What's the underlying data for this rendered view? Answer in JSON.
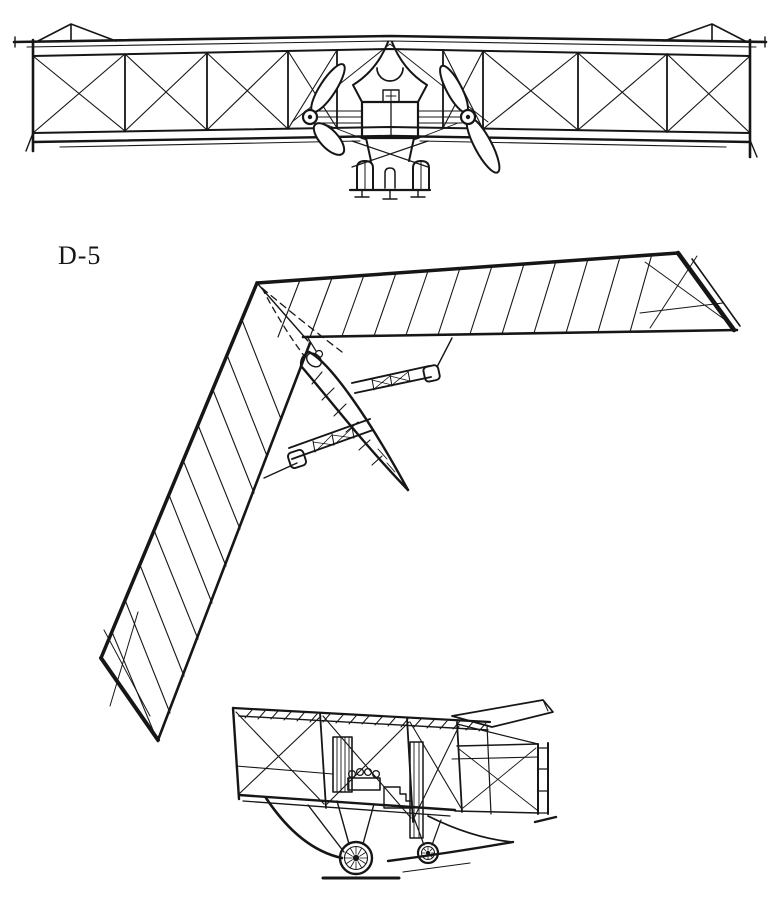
{
  "figure": {
    "label": "D-5",
    "ink_color": "#161616",
    "paper_color": "#ffffff",
    "views": [
      {
        "id": "front-view",
        "name": "front-elevation-drawing"
      },
      {
        "id": "plan-view",
        "name": "oblique-plan-drawing"
      },
      {
        "id": "side-view",
        "name": "side-elevation-drawing"
      }
    ]
  }
}
